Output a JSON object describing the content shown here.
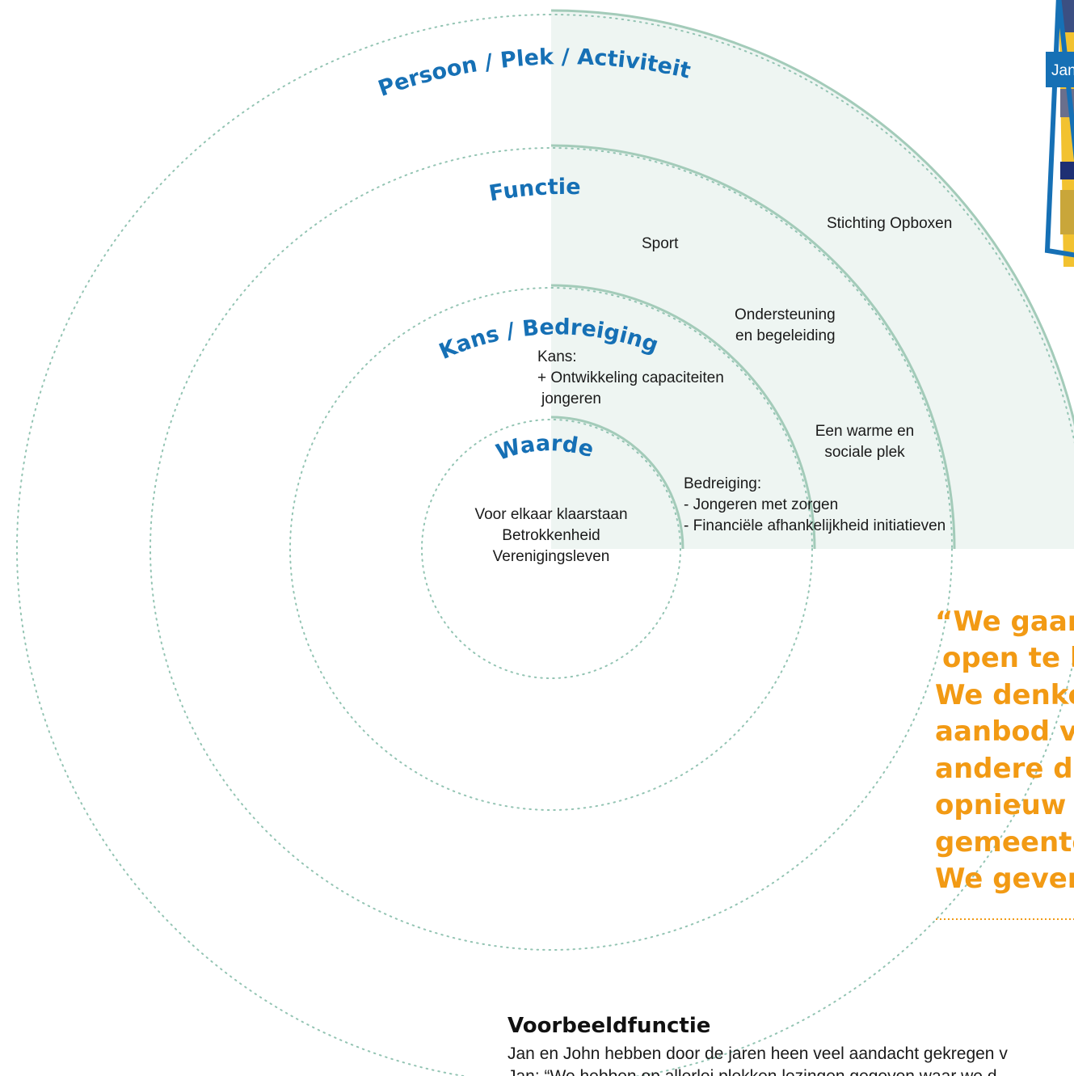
{
  "rings": {
    "outer": "Persoon / Plek / Activiteit",
    "third": "Functie",
    "second": "Kans / Bedreiging",
    "inner": "Waarde"
  },
  "labels": {
    "stichting": "Stichting Opboxen",
    "sport": "Sport",
    "ondersteuning_1": "Ondersteuning",
    "ondersteuning_2": "en begeleiding",
    "warme_1": "Een warme en",
    "warme_2": "sociale plek",
    "kans_title": "Kans:",
    "kans_1": "+ Ontwikkeling capaciteiten",
    "kans_2": "jongeren",
    "bedreiging_title": "Bedreiging:",
    "bedreiging_1": "- Jongeren met zorgen",
    "bedreiging_2": "- Financiële afhankelijkheid initiatieven",
    "waarde_1": "Voor elkaar klaarstaan",
    "waarde_2": "Betrokkenheid",
    "waarde_3": "Verenigingsleven"
  },
  "quote": {
    "lines": [
      "“We gaan",
      "open te bl",
      "We denken",
      "aanbod va",
      "andere do",
      "opnieuw i",
      "gemeente",
      "We geven"
    ]
  },
  "photo_caption": "Jan",
  "article": {
    "heading": "Voorbeeldfunctie",
    "line_1": "Jan en John hebben door de jaren heen veel aandacht gekregen v",
    "line_2": "Jan: “We hebben op allerlei plekken lezingen gegeven waar we d"
  },
  "colors": {
    "ring_title": "#1670b5",
    "quote": "#f29a14",
    "quadrant_fill": "#eef5f2",
    "arc_line": "#a3cbb9",
    "dotted_circle": "#93c4b3",
    "photo_frame": "#1670b5"
  }
}
